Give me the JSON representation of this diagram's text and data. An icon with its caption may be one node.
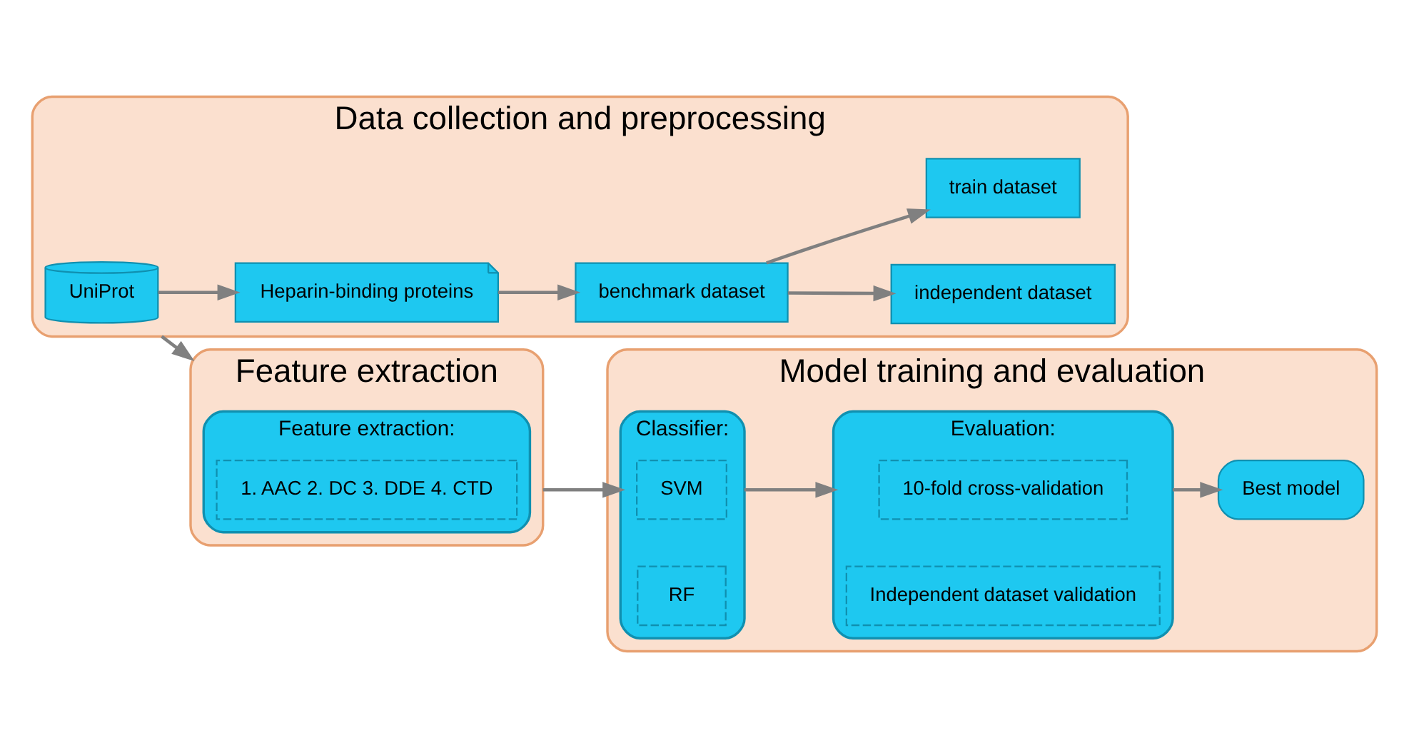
{
  "diagram": {
    "nodes": [
      {
        "text": [
          "Data collection and preprocessing"
        ]
      },
      {
        "text": [
          "UniProt"
        ],
        "in": 0
      },
      {
        "text": [
          "Heparin-binding proteins"
        ],
        "in": 0
      },
      {
        "text": [
          "benchmark dataset"
        ],
        "in": 0
      },
      {
        "text": [
          "independent dataset"
        ],
        "in": 0
      },
      {
        "text": [
          "train dataset"
        ],
        "in": 0
      },
      {
        "text": [
          "Model training and evaluation"
        ]
      },
      {
        "text": [
          "Best model"
        ],
        "in": 6
      },
      {
        "text": [
          "Evaluation:"
        ],
        "in": 6
      },
      {
        "text": [
          "10-fold cross-validation"
        ],
        "in": 8
      },
      {
        "text": [
          "Independent dataset validation"
        ],
        "in": 8
      },
      {
        "text": [
          "Classifier:"
        ],
        "in": 6
      },
      {
        "text": [
          "SVM"
        ],
        "in": 11
      },
      {
        "text": [
          "RF"
        ],
        "in": 11
      },
      {
        "text": [
          "Feature extraction"
        ]
      },
      {
        "text": [
          "Feature extraction:"
        ],
        "in": 14
      },
      {
        "text": [
          "1. AAC 2. DC 3. DDE 4. CTD"
        ],
        "in": 15
      }
    ],
    "edges": [
      {
        "from": 1,
        "to": 2,
        "arrow": "to"
      },
      {
        "from": 2,
        "to": 3,
        "arrow": "to"
      },
      {
        "from": 3,
        "to": 4,
        "arrow": "to"
      },
      {
        "from": 3,
        "to": 5,
        "arrow": "to"
      },
      {
        "from": 0,
        "to": 14,
        "arrow": "to"
      },
      {
        "from": 14,
        "to": 11,
        "arrow": "to"
      },
      {
        "from": 11,
        "to": 8,
        "arrow": "to"
      },
      {
        "from": 8,
        "to": 7,
        "arrow": "to"
      }
    ]
  }
}
